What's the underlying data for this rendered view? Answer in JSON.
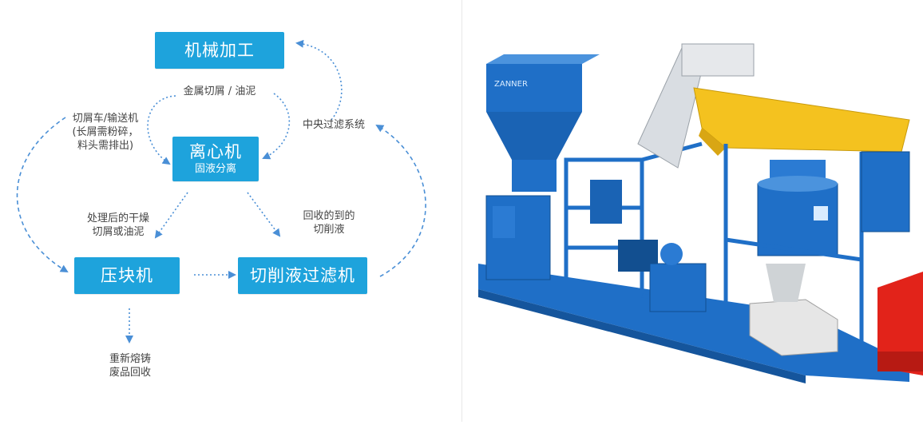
{
  "colors": {
    "box_fill": "#1ea3dc",
    "arrow": "#4a8fd6",
    "machine_blue": "#1f6fc7",
    "machine_yellow": "#f4c21f",
    "container_red": "#e2231a"
  },
  "nodes": {
    "machining": "机械加工",
    "centrifuge": "离心机",
    "centrifuge_sub": "固液分离",
    "briquetter": "压块机",
    "coolant_filter": "切削液过滤机"
  },
  "labels": {
    "metal_chips": "金属切屑 / 油泥",
    "chip_conveyor": [
      "切屑车/输送机",
      "(长屑需粉碎，",
      "料头需排出)"
    ],
    "central_filter": "中央过滤系统",
    "dried_chips": [
      "处理后的干燥",
      "切屑或油泥"
    ],
    "recovered_coolant": [
      "回收的到的",
      "切削液"
    ],
    "remelt": [
      "重新熔铸",
      "废品回收"
    ]
  },
  "photo": {
    "brand_text": "ZANNER"
  }
}
